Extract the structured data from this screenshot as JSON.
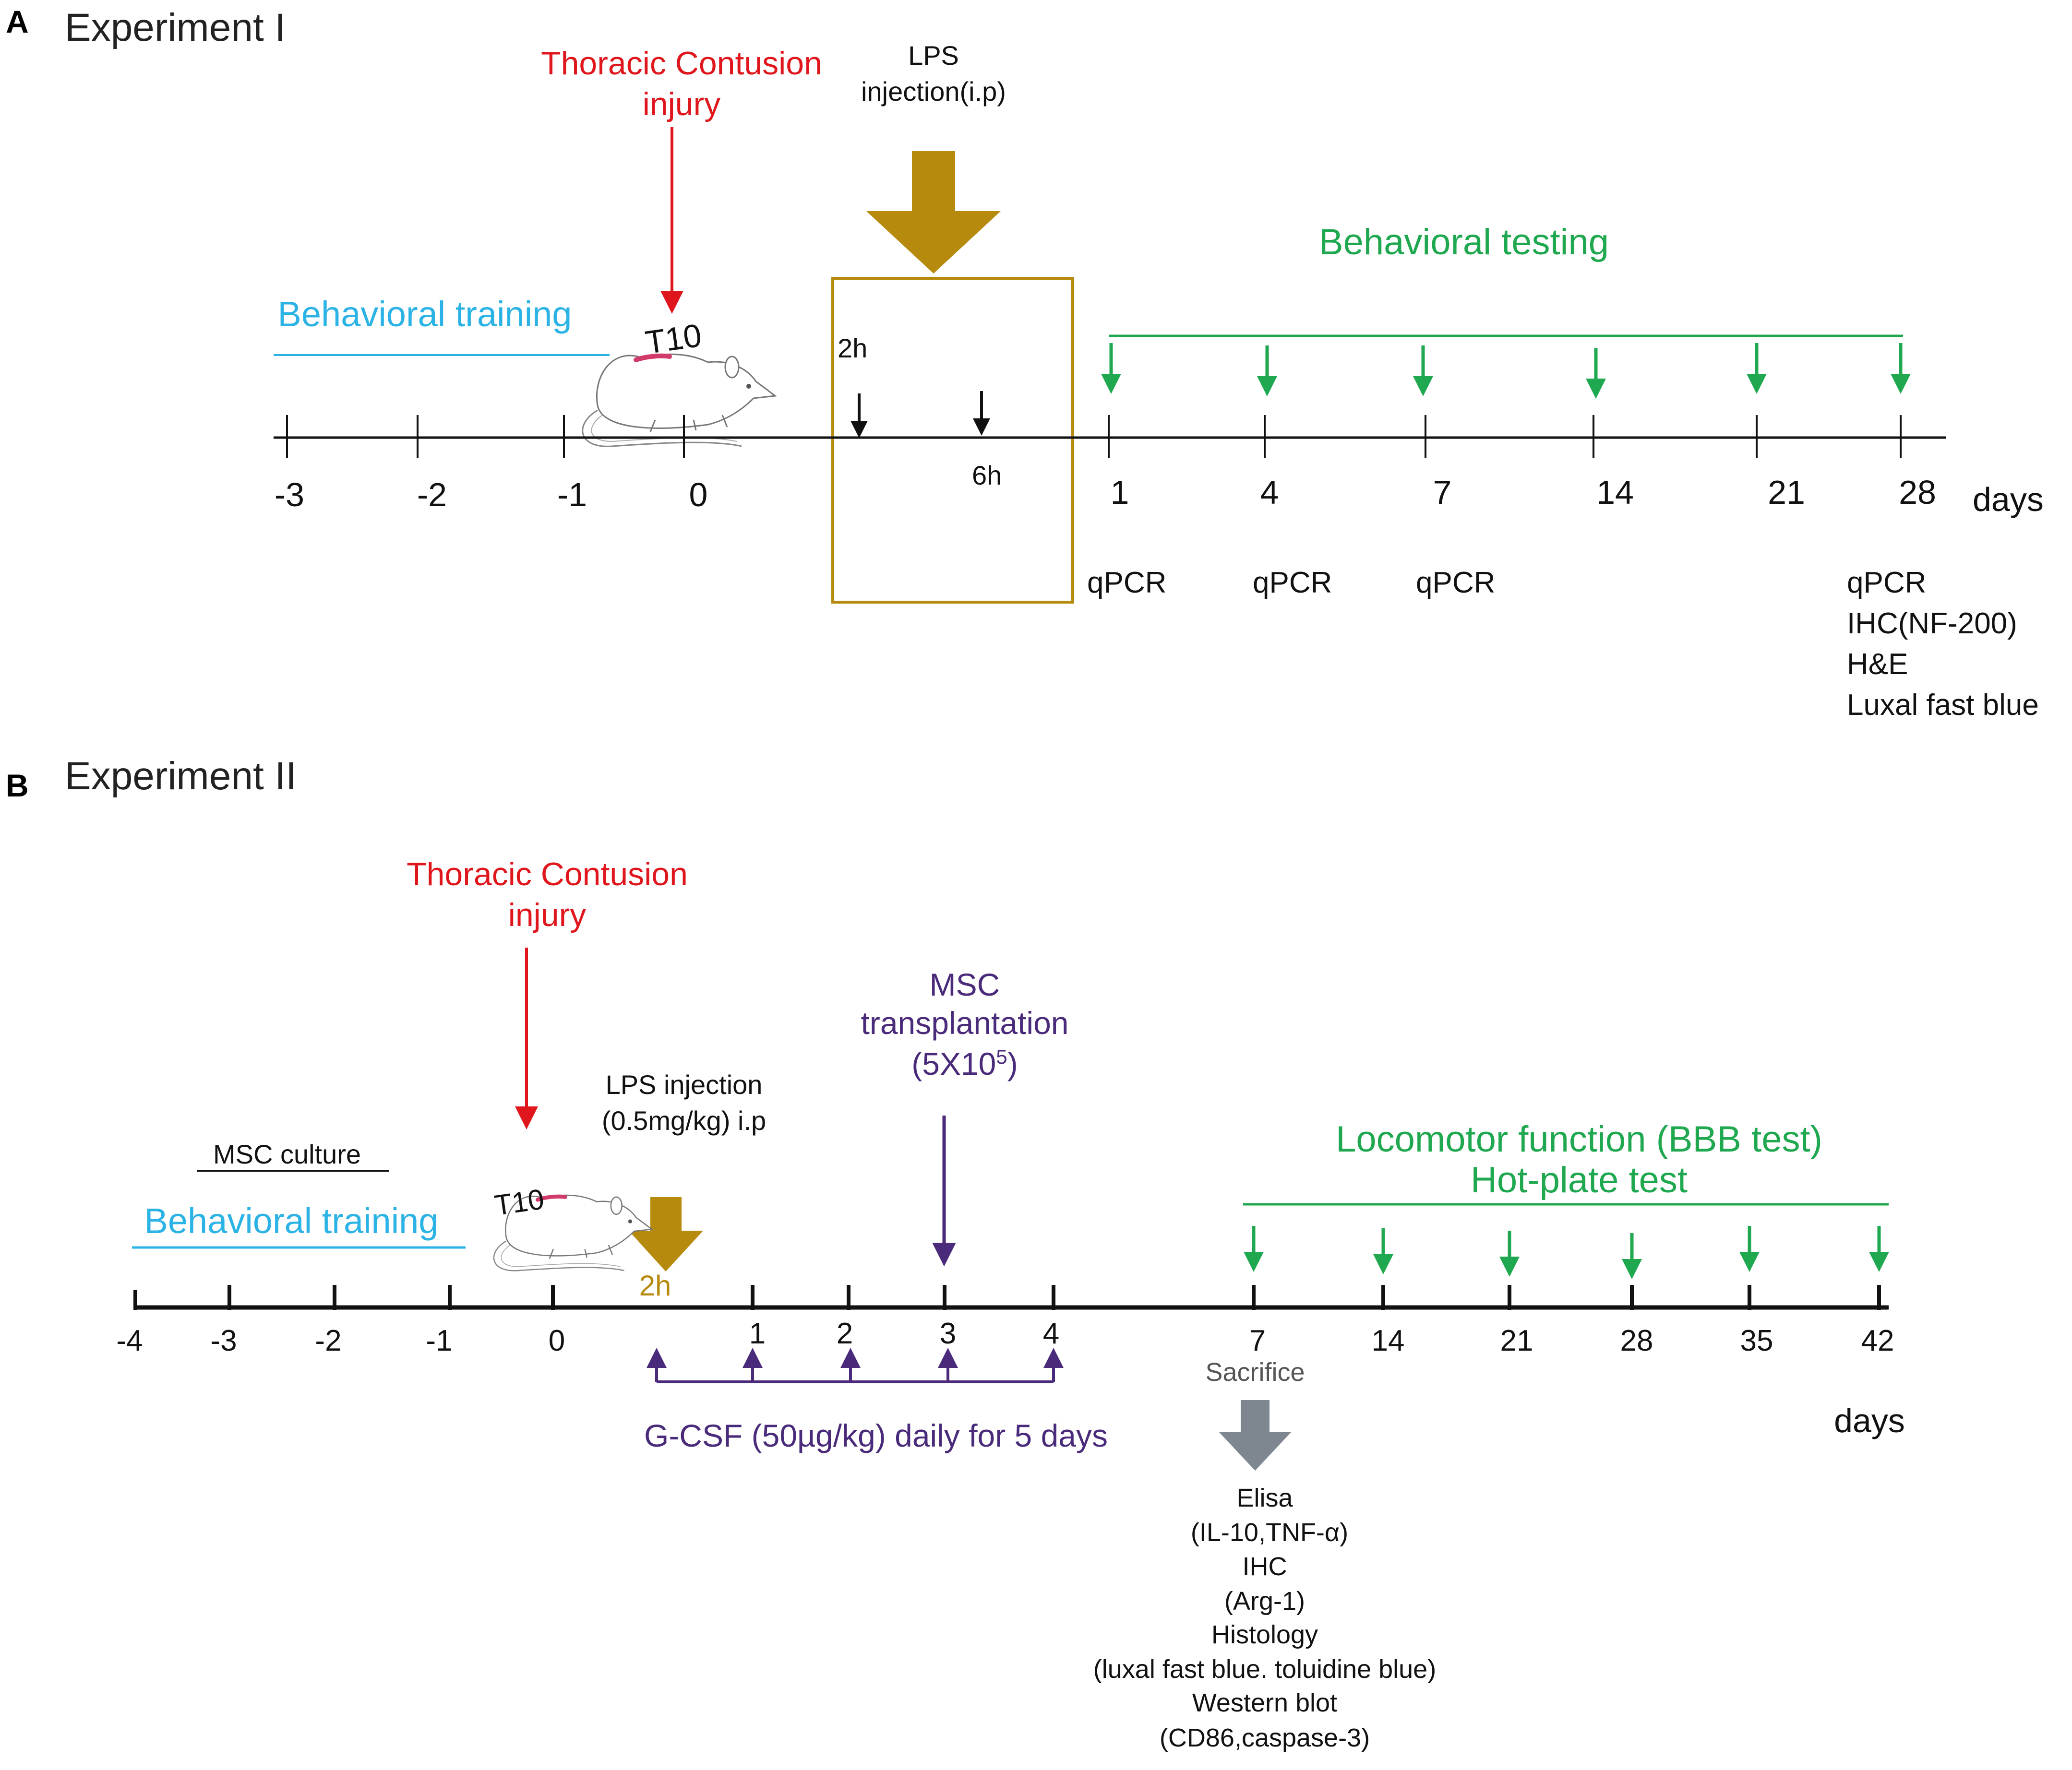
{
  "panelA": {
    "letter": "A",
    "title": "Experiment I",
    "injury_line1": "Thoracic Contusion",
    "injury_line2": "injury",
    "lps_line1": "LPS",
    "lps_line2": "injection(i.p)",
    "training": "Behavioral training",
    "testing": "Behavioral testing",
    "vertebra": "T10",
    "h2": "2h",
    "h6": "6h",
    "ticks": [
      "-3",
      "-2",
      "-1",
      "0",
      "1",
      "4",
      "7",
      "14",
      "21",
      "28"
    ],
    "days": "days",
    "qpcr_d1": "qPCR",
    "qpcr_d4": "qPCR",
    "qpcr_d7": "qPCR",
    "final_assays": [
      "qPCR",
      "IHC(NF-200)",
      "H&E",
      "Luxal fast blue"
    ]
  },
  "panelB": {
    "letter": "B",
    "title": "Experiment II",
    "injury_line1": "Thoracic Contusion",
    "injury_line2": "injury",
    "lps_line1": "LPS injection",
    "lps_line2": "(0.5mg/kg) i.p",
    "msc_line1": "MSC",
    "msc_line2": "transplantation",
    "msc_dose": "(5X10",
    "msc_dose_exp": "5",
    "msc_dose_close": ")",
    "culture": "MSC culture",
    "training": "Behavioral training",
    "vertebra": "T10",
    "h2": "2h",
    "testing_line1": "Locomotor function (BBB test)",
    "testing_line2": "Hot-plate test",
    "ticks": [
      "-4",
      "-3",
      "-2",
      "-1",
      "0",
      "1",
      "2",
      "3",
      "4",
      "7",
      "14",
      "21",
      "28",
      "35",
      "42"
    ],
    "sacrifice": "Sacrifice",
    "gcsf": "G-CSF (50µg/kg) daily for 5 days",
    "days": "days",
    "assays": [
      "Elisa",
      "(IL-10,TNF-α)",
      "IHC",
      "(Arg-1)",
      "Histology",
      "(luxal fast blue. toluidine blue)",
      "Western blot",
      "(CD86,caspase-3)"
    ]
  },
  "colors": {
    "red": "#e0161d",
    "blue": "#2bb3e6",
    "green": "#1fa84f",
    "gold": "#b58a0d",
    "purple": "#4a2a7a",
    "gray": "#7e8790"
  },
  "icons": [
    "rat-icon",
    "down-arrow-icon",
    "up-arrow-icon"
  ]
}
